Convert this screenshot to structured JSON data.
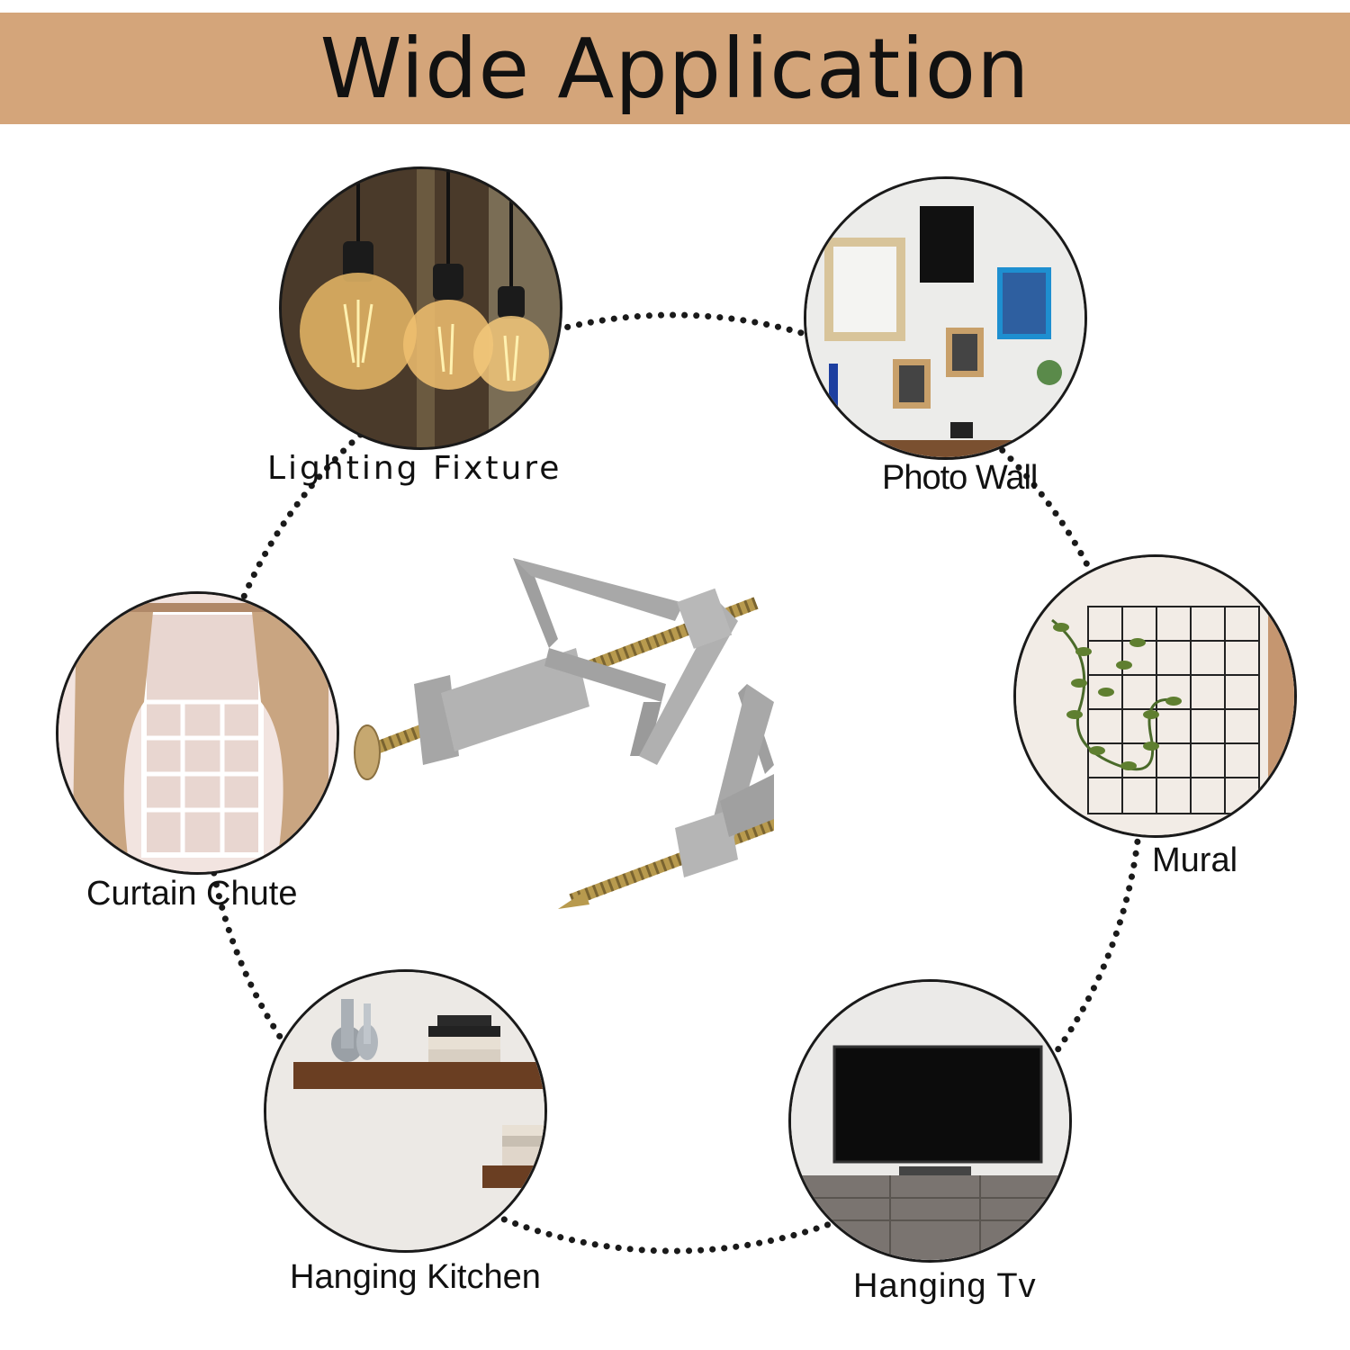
{
  "header": {
    "title": "Wide Application"
  },
  "colors": {
    "banner": "#d4a57a",
    "ring": "#1a1a1a",
    "anchor": "#a9a9a9",
    "screw": "#b89a4e"
  },
  "applications": [
    {
      "label": "Lighting Fixture",
      "icon": "lighting-fixture-photo"
    },
    {
      "label": "Photo Wall",
      "icon": "photo-wall-photo"
    },
    {
      "label": "Curtain Chute",
      "icon": "curtain-photo"
    },
    {
      "label": "Mural",
      "icon": "mural-photo"
    },
    {
      "label": "Hanging Kitchen",
      "icon": "kitchen-shelf-photo"
    },
    {
      "label": "Hanging Tv",
      "icon": "tv-photo"
    }
  ],
  "product": {
    "icon": "hollow-wall-anchor-screw"
  }
}
